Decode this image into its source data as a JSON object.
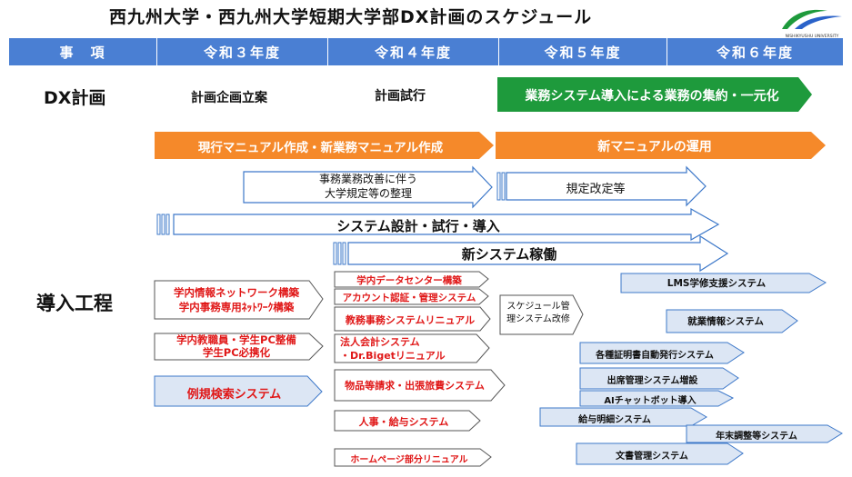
{
  "title": "西九州大学・西九州大学短期大学部DX計画のスケジュール",
  "logo": {
    "icon": "university-logo-icon",
    "caption": "NISHIKYUSHU UNIVERSITY"
  },
  "header": {
    "item": "事　項",
    "years": [
      "令和３年度",
      "令和４年度",
      "令和５年度",
      "令和６年度"
    ]
  },
  "rows": {
    "dx_plan": "DX計画",
    "introduction": "導入工程"
  },
  "dx_plan": {
    "r3": "計画企画立案",
    "r4": "計画試行",
    "r5_6": "業務システム導入による業務の集約・一元化"
  },
  "manual": {
    "current": "現行マニュアル作成・新業務マニュアル作成",
    "new": "新マニュアルの運用"
  },
  "reform": {
    "line1": "事務業務改善に伴う",
    "line2": "大学規定等の整理",
    "revision": "規定改定等"
  },
  "system": {
    "design": "システム設計・試行・導入",
    "operation": "新システム稼働"
  },
  "left_items": [
    [
      "学内情報ネットワーク構築",
      "学内事務専用ﾈｯﾄﾜｰｸ構築"
    ],
    [
      "学内教職員・学生PC整備",
      "学生PC必携化"
    ],
    [
      "例規検索システム"
    ]
  ],
  "mid_items": [
    [
      "学内データセンター構築"
    ],
    [
      "アカウント認証・管理システム"
    ],
    [
      "教務事務システムリニュアル"
    ],
    [
      "法人会計システム",
      "・Dr.Bigetリニュアル"
    ],
    [
      "物品等請求・出張旅費システム"
    ],
    [
      "人事・給与システム"
    ],
    [
      "ホームページ部分リニュアル"
    ]
  ],
  "schedule_item": [
    "スケジュール管",
    "理システム改修"
  ],
  "right_items": [
    "LMS学修支援システム",
    "就業情報システム",
    "各種証明書自動発行システム",
    "出席管理システム増設",
    "AIチャットボット導入",
    "給与明細システム",
    "年末調整等システム",
    "文書管理システム"
  ],
  "colors": {
    "header": "#4a7fd3",
    "green": "#1e9a3c",
    "orange": "#f5892a",
    "blue_outline": "#3d78c9",
    "light_fill": "#dce6f4",
    "red_text": "#e01818"
  }
}
